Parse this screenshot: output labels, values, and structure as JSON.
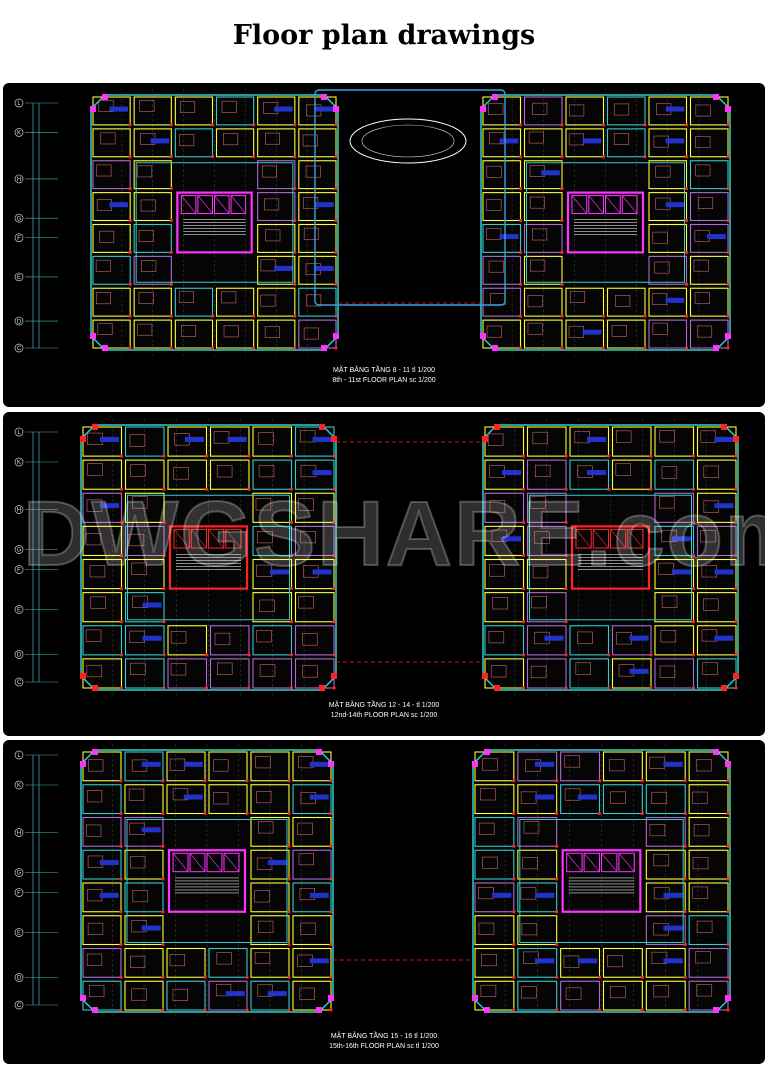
{
  "page": {
    "title": "Floor plan drawings"
  },
  "grid_axes": [
    "L",
    "K",
    "H",
    "G",
    "F",
    "E",
    "D",
    "C"
  ],
  "colors": {
    "background": "#000000",
    "wall": "#ffff33",
    "core": "#ff33ff",
    "outline": "#33cccc",
    "column": "#ff2222",
    "grid": "#3fb8c8",
    "furniture": "#cc6666",
    "label": "#2233cc"
  },
  "panels": [
    {
      "caption_vn": "MẶT BẰNG TẦNG 8 - 11  tl 1/200",
      "caption_en": "8th - 11st FLOOR PLAN  sc  1/200"
    },
    {
      "caption_vn": "MẶT BẰNG TẦNG 12 - 14 - tl 1/200",
      "caption_en": "12nd-14th  PLOOR PLAN  sc 1/200",
      "watermark": "DWGSHARE.com"
    },
    {
      "caption_vn": "MẶT BẰNG TẦNG 15 - 16 tl 1/200",
      "caption_en": "15th-16th FLOOR PLAN  sc  tl 1/200"
    }
  ]
}
